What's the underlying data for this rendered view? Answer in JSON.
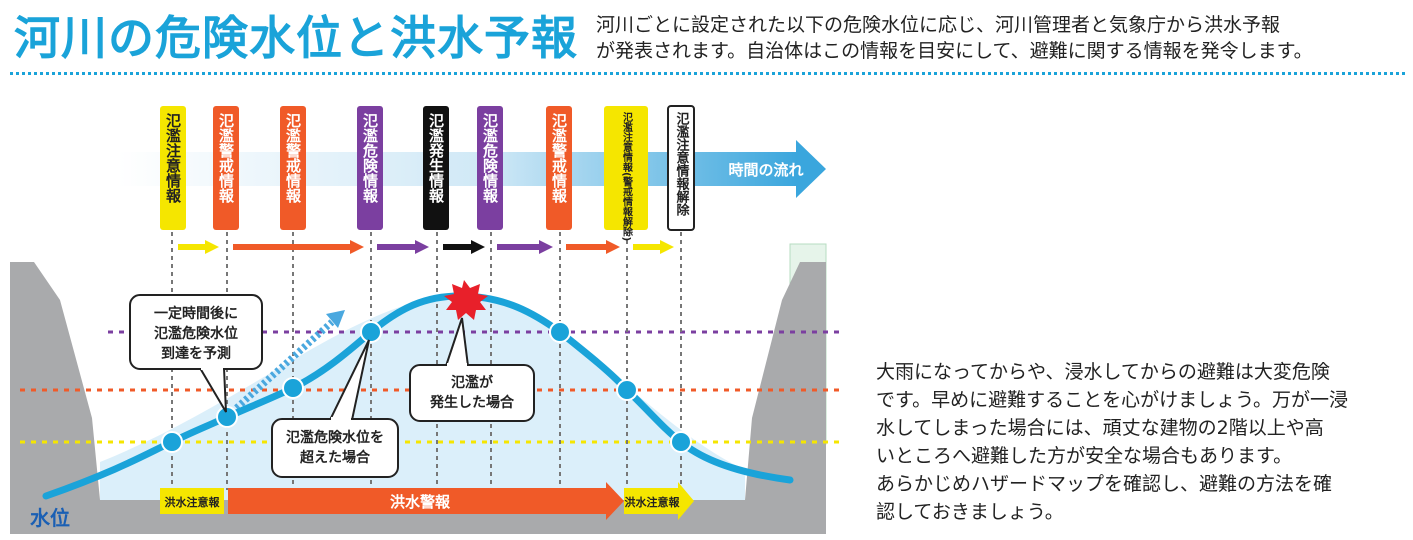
{
  "header": {
    "title": "河川の危険水位と洪水予報",
    "intro": [
      "河川ごとに設定された以下の危険水位に応じ、河川管理者と気象庁から洪水予報",
      "が発表されます。自治体はこの情報を目安にして、避難に関する情報を発令します。"
    ]
  },
  "diagram": {
    "time_flow_label": "時間の流れ",
    "water_level_label": "水位",
    "tags": [
      {
        "text": "氾濫注意情報",
        "color": "#f5e600",
        "text_color": "#222222"
      },
      {
        "text": "氾濫警戒情報",
        "color": "#f05a28",
        "text_color": "#ffffff"
      },
      {
        "text": "氾濫警戒情報",
        "color": "#f05a28",
        "text_color": "#ffffff"
      },
      {
        "text": "氾濫危険情報",
        "color": "#7b3fa0",
        "text_color": "#ffffff"
      },
      {
        "text": "氾濫発生情報",
        "color": "#111111",
        "text_color": "#ffffff"
      },
      {
        "text": "氾濫危険情報",
        "color": "#7b3fa0",
        "text_color": "#ffffff"
      },
      {
        "text": "氾濫警戒情報",
        "color": "#f05a28",
        "text_color": "#ffffff"
      },
      {
        "text": "氾濫注意情報(警戒情報解除)",
        "color": "#f5e600",
        "text_color": "#222222"
      },
      {
        "text": "氾濫注意情報解除",
        "color": "#ffffff",
        "text_color": "#222222"
      }
    ],
    "callouts": {
      "predict": [
        "一定時間後に",
        "氾濫危険水位",
        "到達を予測"
      ],
      "exceeded": [
        "氾濫危険水位を",
        "超えた場合"
      ],
      "flood": [
        "氾濫が",
        "発生した場合"
      ]
    },
    "bottom_bar": {
      "left": "洪水注意報",
      "middle": "洪水警報",
      "right": "洪水注意報"
    },
    "colors": {
      "accent": "#1aa3d9",
      "yellow": "#f5e600",
      "orange": "#f05a28",
      "purple": "#7b3fa0",
      "flood_mark": "#e8202a"
    }
  },
  "advice": [
    "大雨になってからや、浸水してからの避難は大変危険",
    "です。早めに避難することを心がけましょう。万が一浸",
    "水してしまった場合には、頑丈な建物の2階以上や高",
    "いところへ避難した方が安全な場合もあります。",
    "あらかじめハザードマップを確認し、避難の方法を確",
    "認しておきましょう。"
  ]
}
